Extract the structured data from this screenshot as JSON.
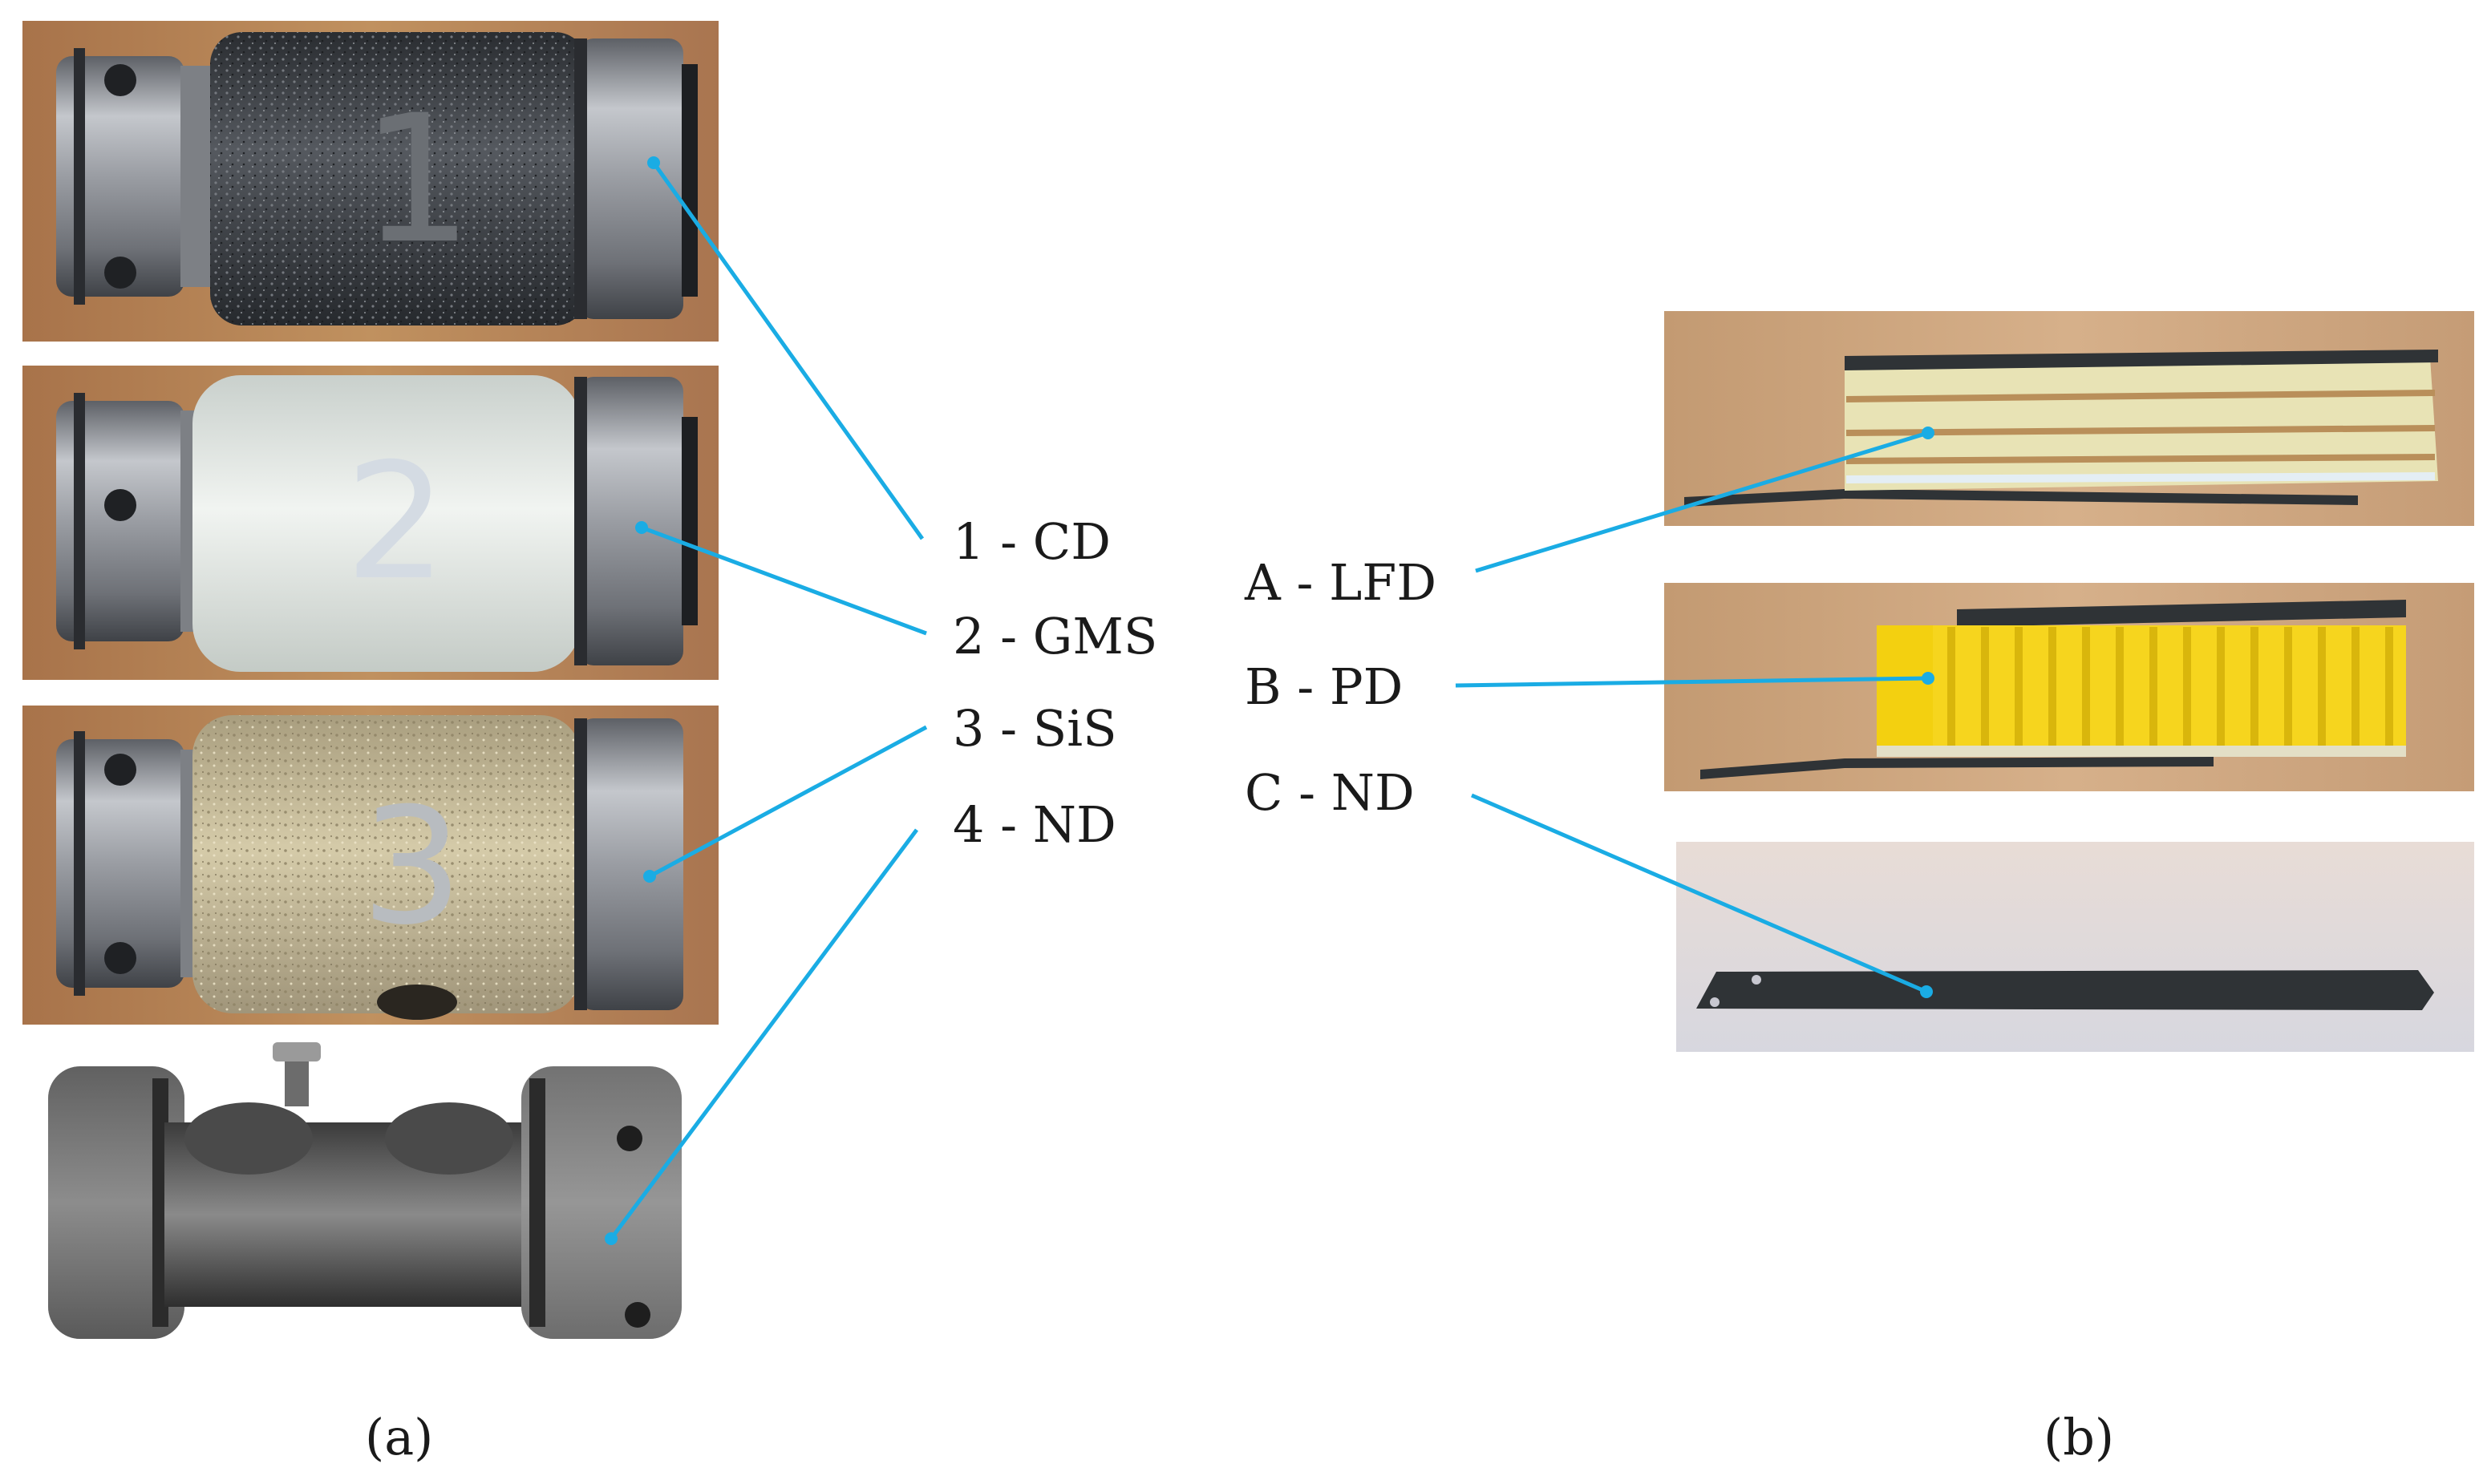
{
  "panel_a": {
    "caption": "(a)",
    "labels": [
      "1 - CD",
      "2 - GMS",
      "3 - SiS",
      "4 - ND"
    ],
    "digits": [
      "1",
      "2",
      "3"
    ]
  },
  "panel_b": {
    "caption": "(b)",
    "labels": [
      "A - LFD",
      "B - PD",
      "C - ND"
    ]
  },
  "colors": {
    "leader_line": "#1aace4",
    "wood_background": "#b9865a",
    "steel": "#8c8f94",
    "coating_cd": "#3a3d42",
    "coating_gms": "#e9eeea",
    "coating_sis": "#cbbf9c",
    "pd_yellow": "#f6d51e",
    "lfd_cream": "#e8e3b5",
    "strip_dark": "#2f3336"
  }
}
